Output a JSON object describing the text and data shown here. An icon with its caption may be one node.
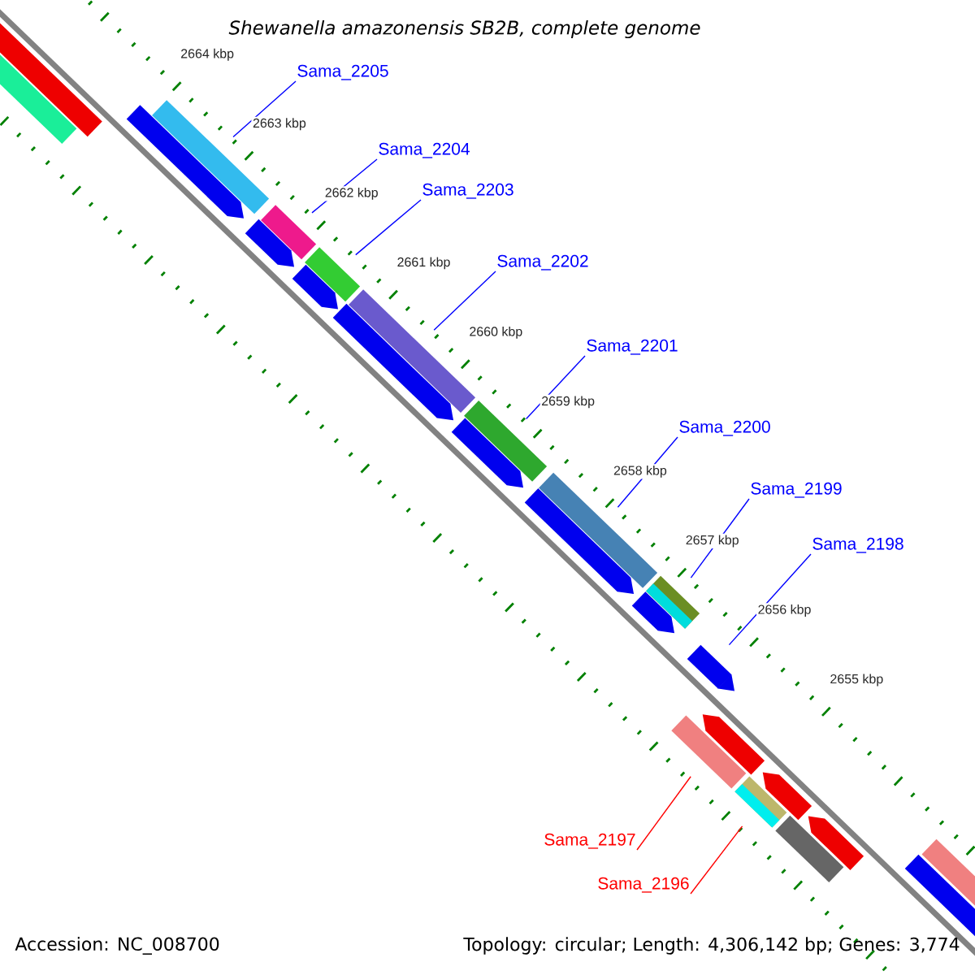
{
  "diagram": {
    "title": "Shewanella amazonensis SB2B, complete genome",
    "nodes": [
      {
        "text": [
          "Sama_2205"
        ]
      },
      {
        "text": [
          "Sama_2204"
        ]
      },
      {
        "text": [
          "Sama_2203"
        ]
      },
      {
        "text": [
          "Sama_2202"
        ]
      },
      {
        "text": [
          "Sama_2201"
        ]
      },
      {
        "text": [
          "Sama_2200"
        ]
      },
      {
        "text": [
          "Sama_2199"
        ]
      },
      {
        "text": [
          "Sama_2198"
        ]
      },
      {
        "text": [
          "Sama_2197"
        ]
      },
      {
        "text": [
          "Sama_2196"
        ]
      },
      {
        "text": [],
        "shape": "bar"
      },
      {
        "text": [],
        "shape": "bar"
      },
      {
        "text": [],
        "shape": "bar"
      },
      {
        "text": [],
        "shape": "bar"
      },
      {
        "text": [],
        "shape": "bar"
      },
      {
        "text": [],
        "shape": "bar"
      },
      {
        "text": [],
        "shape": "bar"
      },
      {
        "text": [],
        "shape": "bar"
      },
      {
        "text": [],
        "shape": "bar"
      },
      {
        "text": [],
        "shape": "bar"
      }
    ],
    "edges": [
      {
        "from": 0,
        "to": 10,
        "arrow": "none"
      },
      {
        "from": 1,
        "to": 11,
        "arrow": "none"
      },
      {
        "from": 2,
        "to": 12,
        "arrow": "none"
      },
      {
        "from": 3,
        "to": 13,
        "arrow": "none"
      },
      {
        "from": 4,
        "to": 14,
        "arrow": "none"
      },
      {
        "from": 5,
        "to": 15,
        "arrow": "none"
      },
      {
        "from": 6,
        "to": 16,
        "arrow": "none"
      },
      {
        "from": 7,
        "to": 17,
        "arrow": "none"
      },
      {
        "from": 8,
        "to": 18,
        "arrow": "none",
        "color": "#ff0000"
      },
      {
        "from": 9,
        "to": 19,
        "arrow": "none",
        "color": "#ff0000"
      }
    ],
    "labels": [
      "2664 kbp",
      "2663 kbp",
      "2662 kbp",
      "2661 kbp",
      "2660 kbp",
      "2659 kbp",
      "2658 kbp",
      "2657 kbp",
      "2656 kbp",
      "2655 kbp",
      "Accession: NC_008700",
      "Topology: circular; Length: 4,306,142 bp; Genes: 3,774"
    ]
  }
}
